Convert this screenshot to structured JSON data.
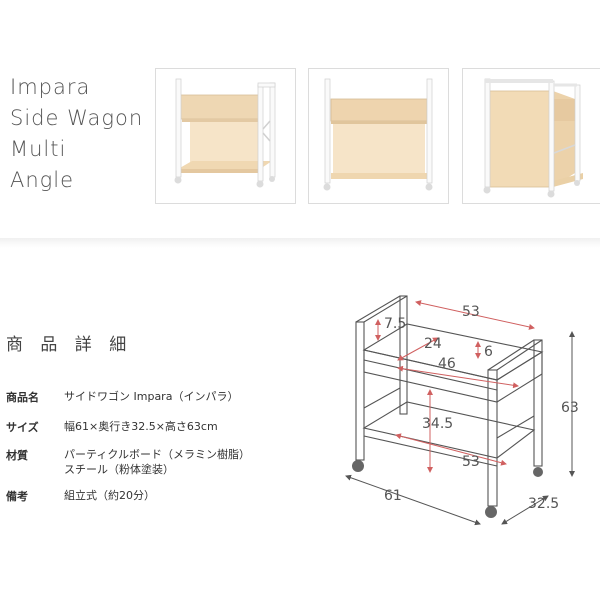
{
  "title_lines": [
    "Impara",
    "Side Wagon",
    "Multi",
    "Angle"
  ],
  "thumbnails": [
    {
      "view": "front-angle"
    },
    {
      "view": "front"
    },
    {
      "view": "back-angle"
    }
  ],
  "section_heading": "商 品 詳 細",
  "specs": [
    {
      "label": "商品名",
      "value": "サイドワゴン Impara（インパラ）"
    },
    {
      "label": "サイズ",
      "value": "幅61×奥行き32.5×高さ63cm"
    },
    {
      "label": "材質",
      "value": "パーティクルボード（メラミン樹脂）",
      "value2": "スチール（粉体塗装）"
    },
    {
      "label": "備考",
      "value": "組立式（約20分）"
    }
  ],
  "dimensions": {
    "top_width": "53",
    "drawer_depth": "7.5",
    "inner_depth": "24",
    "drawer_height": "6",
    "inner_width": "46",
    "lower_height": "34.5",
    "bottom_width": "53",
    "total_height": "63",
    "total_width": "61",
    "total_depth": "32.5"
  },
  "colors": {
    "wood": "#f2dcbc",
    "frame": "#f4f4f4",
    "dimension_line": "#d06060",
    "outline": "#555555"
  }
}
